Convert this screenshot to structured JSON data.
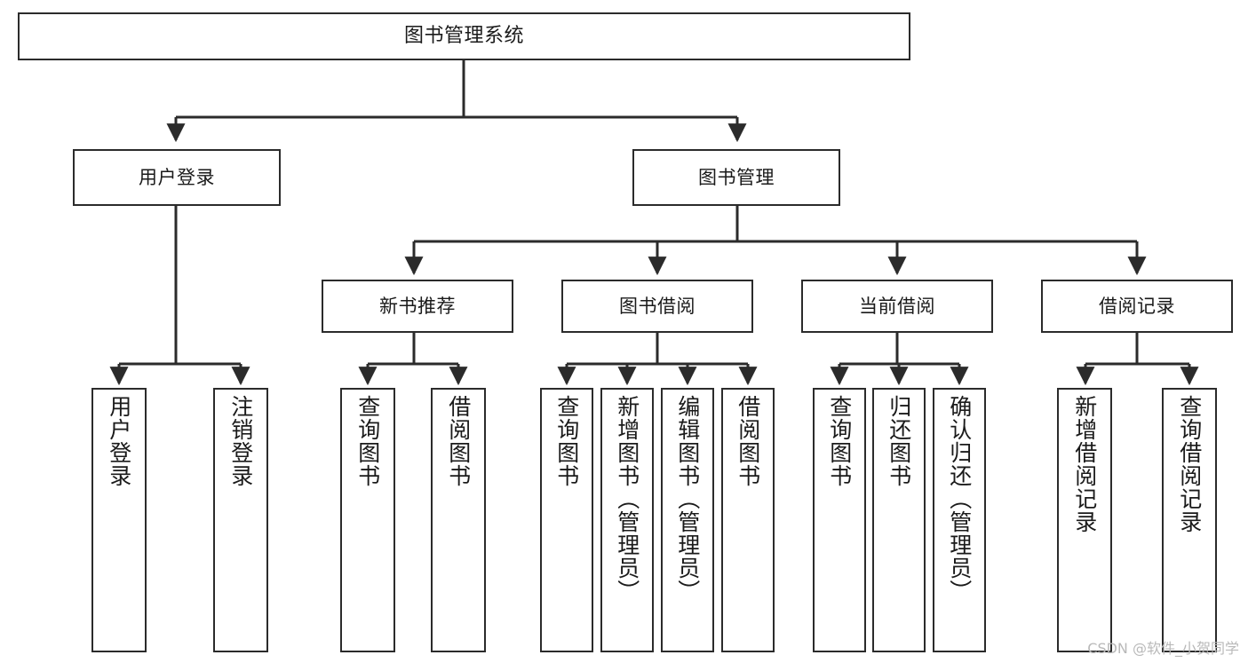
{
  "diagram": {
    "title": "图书管理系统",
    "root": {
      "label": "图书管理系统"
    },
    "level1": [
      {
        "label": "用户登录"
      },
      {
        "label": "图书管理"
      }
    ],
    "level2": [
      {
        "label": "新书推荐"
      },
      {
        "label": "图书借阅"
      },
      {
        "label": "当前借阅"
      },
      {
        "label": "借阅记录"
      }
    ],
    "leaves": {
      "user_login": [
        {
          "label": "用户登录"
        },
        {
          "label": "注销登录"
        }
      ],
      "new_book": [
        {
          "label": "查询图书"
        },
        {
          "label": "借阅图书"
        }
      ],
      "book_borrow": [
        {
          "label": "查询图书"
        },
        {
          "label": "新增图书（管理员）"
        },
        {
          "label": "编辑图书（管理员）"
        },
        {
          "label": "借阅图书"
        }
      ],
      "current_borrow": [
        {
          "label": "查询图书"
        },
        {
          "label": "归还图书"
        },
        {
          "label": "确认归还（管理员）"
        }
      ],
      "borrow_record": [
        {
          "label": "新增借阅记录"
        },
        {
          "label": "查询借阅记录"
        }
      ]
    }
  },
  "watermark": {
    "text": "CSDN @软件_小贺同学"
  },
  "colors": {
    "stroke": "#2b2b2b",
    "fill": "#ffffff",
    "text": "#1a1a1a",
    "watermark": "#b9b9b9"
  }
}
